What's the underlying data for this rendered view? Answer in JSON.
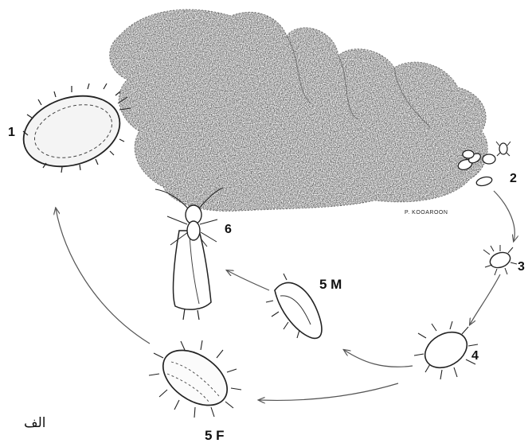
{
  "labels": {
    "s1": "1",
    "s2": "2",
    "s3": "3",
    "s4": "4",
    "s5m": "5 M",
    "s5f": "5 F",
    "s6": "6"
  },
  "artist_credit": "P. KOOAROON",
  "caption": "الف",
  "colors": {
    "ink": "#111111",
    "foliage": "#8a8a8a",
    "arrow": "#555555"
  }
}
